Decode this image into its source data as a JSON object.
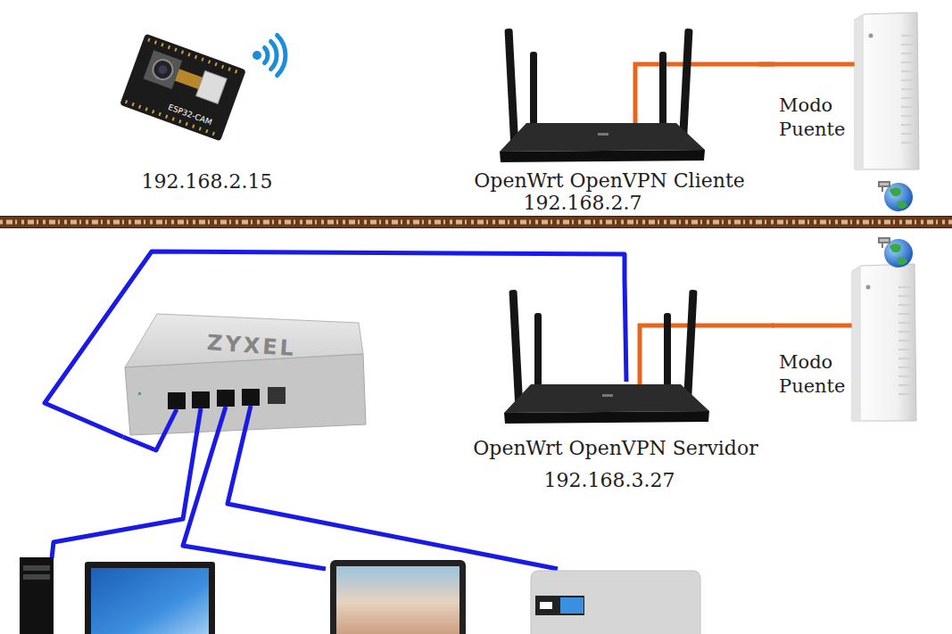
{
  "diagram": {
    "nodes": [
      {
        "text": [
          "ESP32-CAM",
          "192.168.2.15"
        ]
      },
      {
        "text": [
          "OpenWrt OpenVPN Cliente",
          "192.168.2.7"
        ]
      },
      {
        "text": [
          "Modo Puente"
        ]
      },
      {
        "text": [
          "OpenWrt OpenVPN Servidor",
          "192.168.3.27"
        ]
      },
      {
        "text": [
          "Modo Puente"
        ]
      },
      {
        "text": [
          "ZYXEL"
        ]
      }
    ],
    "edges": [
      {
        "from": 1,
        "to": 2,
        "arrow": "none"
      },
      {
        "from": 3,
        "to": 4,
        "arrow": "none"
      },
      {
        "from": 5,
        "to": 3,
        "arrow": "none"
      }
    ]
  }
}
